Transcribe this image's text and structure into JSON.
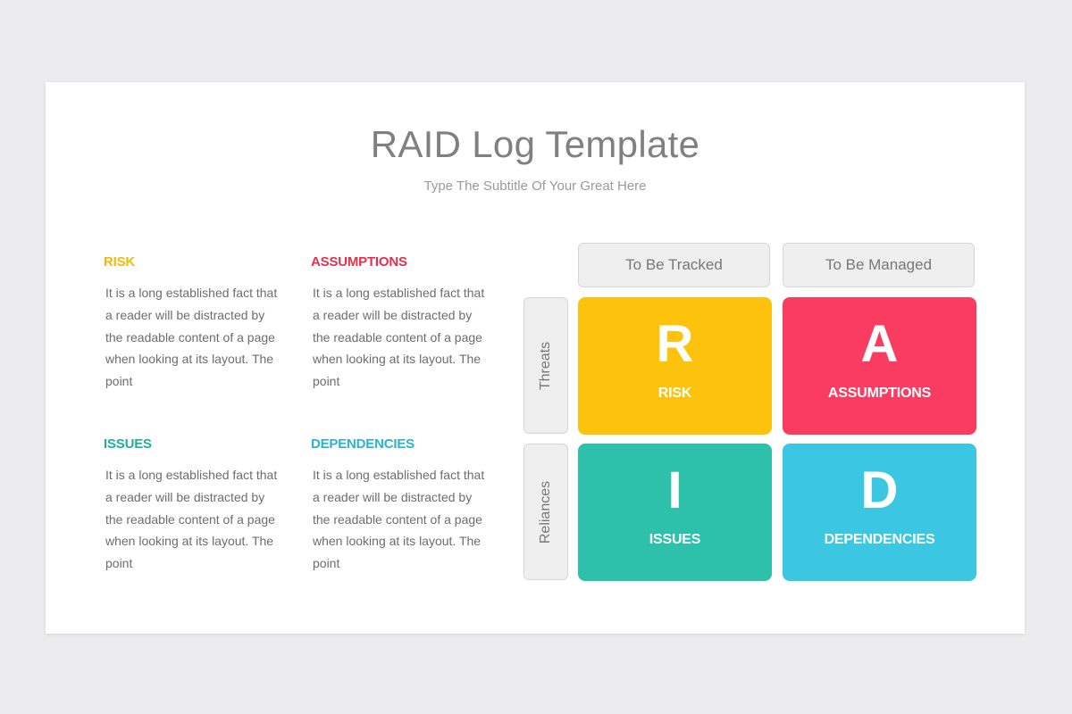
{
  "title": "RAID Log Template",
  "subtitle": "Type The Subtitle Of Your Great Here",
  "colors": {
    "risk": "#fdc30c",
    "assumptions": "#fb3c61",
    "issues": "#2dc0ab",
    "dependencies": "#3bc7e1",
    "risk_heading": "#f6b90b",
    "assumptions_heading": "#e4304f",
    "issues_heading": "#20ada0",
    "dependencies_heading": "#2ab3d1"
  },
  "blocks": [
    {
      "heading": "RISK",
      "text": "It is a long established fact that a reader will be distracted by the readable content of a page when looking at its layout. The point"
    },
    {
      "heading": "ASSUMPTIONS",
      "text": "It is a long established fact that a reader will be distracted by the readable content of a page when looking at its layout. The point"
    },
    {
      "heading": "ISSUES",
      "text": "It is a long established fact that a reader will be distracted by the readable content of a page when looking at its layout. The point"
    },
    {
      "heading": "DEPENDENCIES",
      "text": "It is a long established fact that a reader will be distracted by the readable content of a page when looking at its layout. The point"
    }
  ],
  "matrix": {
    "columns": [
      "To Be Tracked",
      "To Be Managed"
    ],
    "rows": [
      "Threats",
      "Reliances"
    ],
    "tiles": [
      {
        "letter": "R",
        "label": "RISK"
      },
      {
        "letter": "A",
        "label": "ASSUMPTIONS"
      },
      {
        "letter": "I",
        "label": "ISSUES"
      },
      {
        "letter": "D",
        "label": "DEPENDENCIES"
      }
    ]
  }
}
